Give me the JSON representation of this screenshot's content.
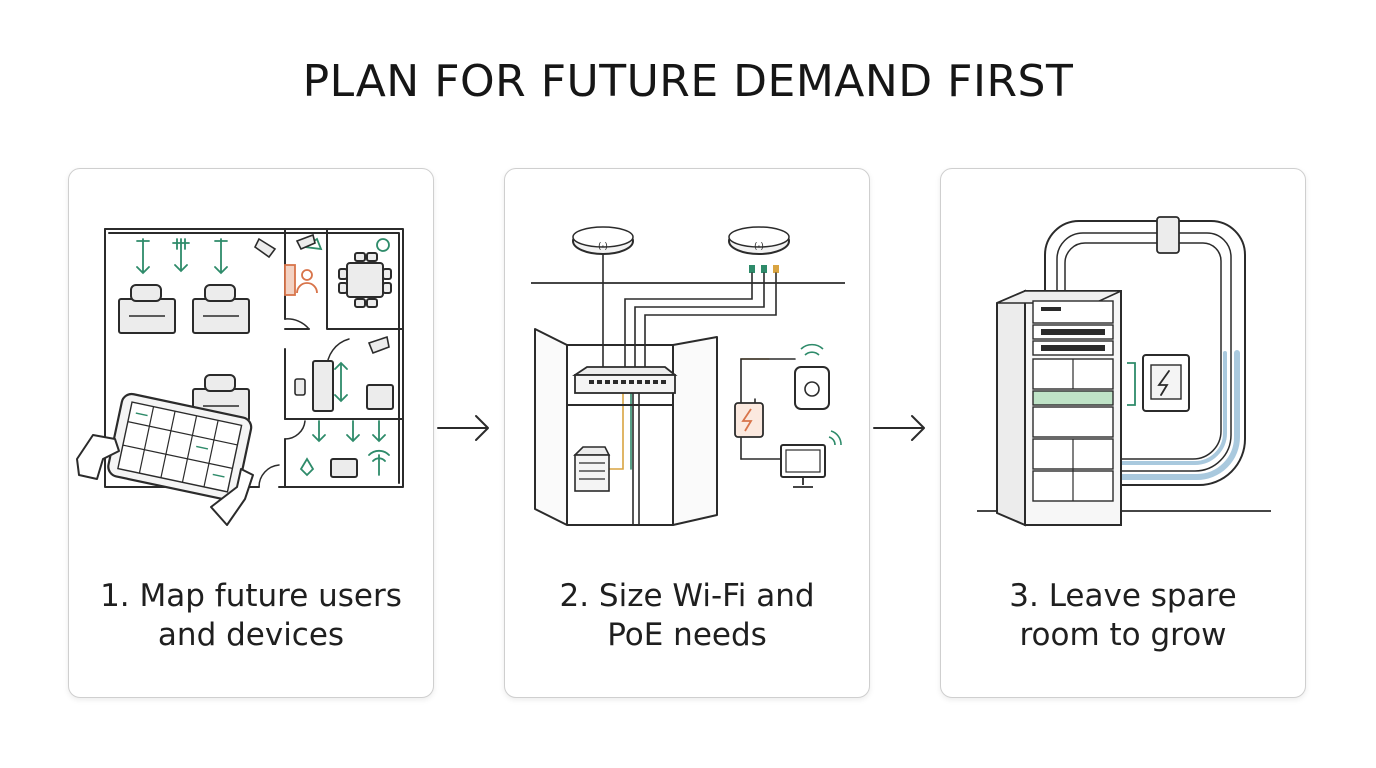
{
  "title": "PLAN FOR FUTURE DEMAND FIRST",
  "steps": [
    {
      "line1": "1. Map future users",
      "line2": "and devices"
    },
    {
      "line1": "2. Size Wi-Fi and",
      "line2": "PoE needs"
    },
    {
      "line1": "3. Leave spare",
      "line2": "room to grow"
    }
  ],
  "colors": {
    "stroke": "#2b2b2b",
    "green": "#2e8b6a",
    "orange": "#d8744a",
    "blue": "#a9c9de",
    "lightgreen": "#bfe3c7",
    "amber": "#d9a441"
  }
}
